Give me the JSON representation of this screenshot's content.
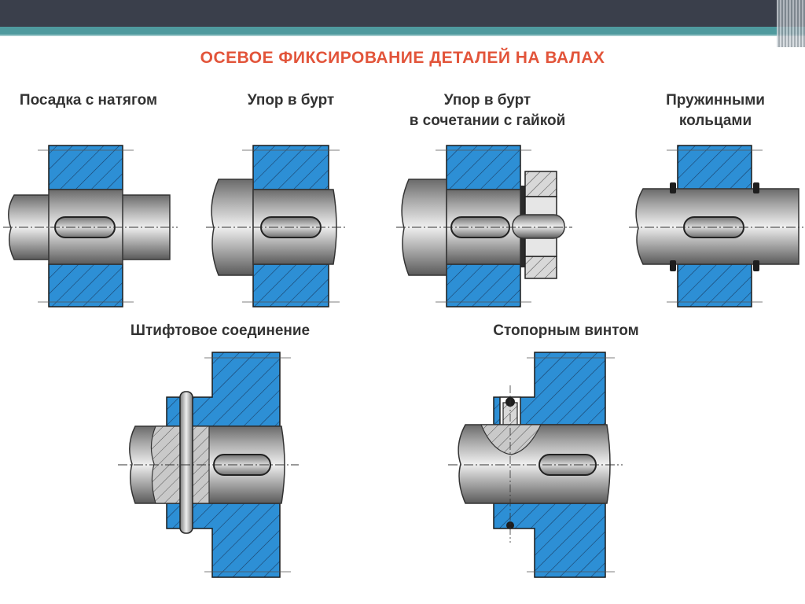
{
  "title": "ОСЕВОЕ ФИКСИРОВАНИЕ ДЕТАЛЕЙ НА ВАЛАХ",
  "labels": {
    "interference_fit": "Посадка с натягом",
    "shoulder_stop": "Упор в бурт",
    "shoulder_nut_line1": "Упор в бурт",
    "shoulder_nut_line2": "в сочетании с гайкой",
    "spring_rings_line1": "Пружинными",
    "spring_rings_line2": "кольцами",
    "pin_joint": "Штифтовое соединение",
    "set_screw": "Стопорным винтом"
  },
  "colors": {
    "hub": "#2d8fd5",
    "shaft_dark": "#6e6e6e",
    "shaft_light": "#ebebeb",
    "title": "#e2543a",
    "header_bar": "#3a3f4b",
    "header_stripe": "#4f9a9e"
  }
}
